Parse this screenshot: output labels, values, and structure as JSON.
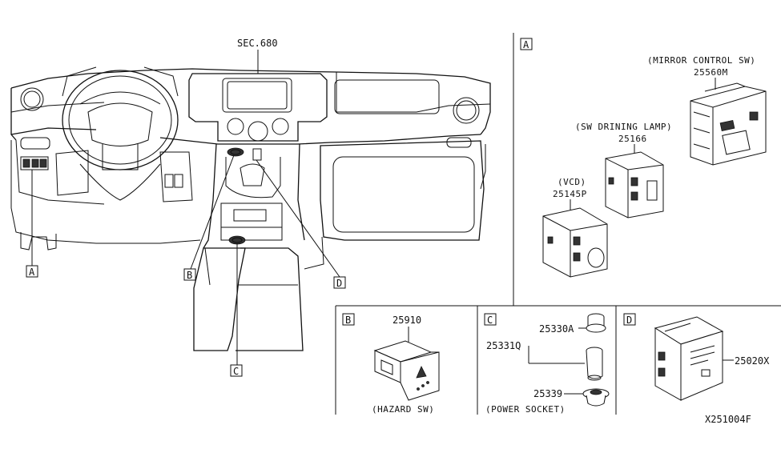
{
  "dashboard": {
    "section_ref": "SEC.680",
    "callouts": [
      "A",
      "B",
      "C",
      "D"
    ]
  },
  "panel_a": {
    "letter": "A",
    "parts": [
      {
        "name": "(MIRROR CONTROL SW)",
        "number": "25560M"
      },
      {
        "name": "(SW DRINING LAMP)",
        "number": "25166"
      },
      {
        "name": "(VCD)",
        "number": "25145P"
      }
    ]
  },
  "panel_b": {
    "letter": "B",
    "number": "25910",
    "name": "(HAZARD SW)"
  },
  "panel_c": {
    "letter": "C",
    "numbers": [
      "25330A",
      "25331Q",
      "25339"
    ],
    "name": "(POWER SOCKET)"
  },
  "panel_d": {
    "letter": "D",
    "number": "25020X"
  },
  "diagram_code": "X251004F"
}
